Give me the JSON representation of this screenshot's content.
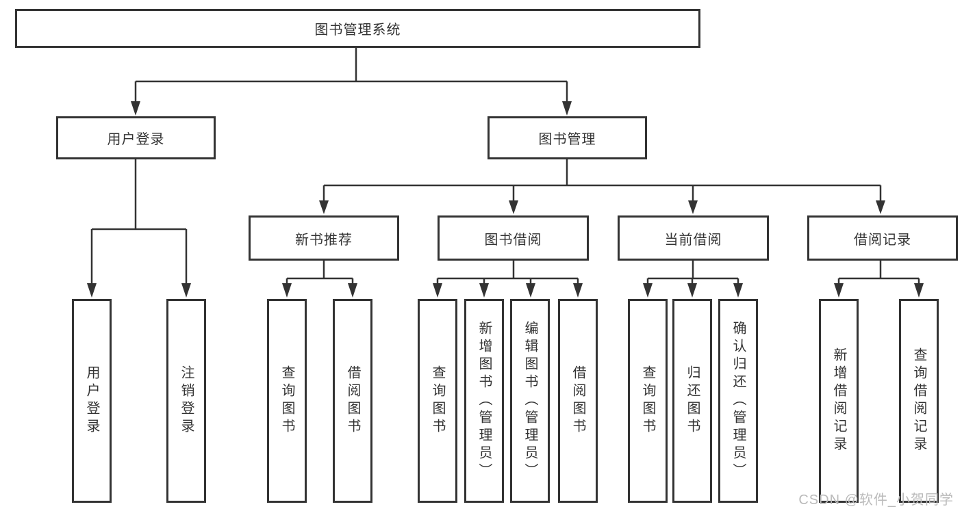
{
  "colors": {
    "line": "#333333",
    "box_border": "#333333",
    "text": "#333333",
    "watermark": "#bababa",
    "background": "#ffffff"
  },
  "watermark": {
    "text": "CSDN @软件_小贺同学"
  },
  "diagram": {
    "type": "hierarchy",
    "title": "图书管理系统",
    "branches": [
      {
        "label": "用户登录",
        "children": [
          {
            "label": "用户登录"
          },
          {
            "label": "注销登录"
          }
        ]
      },
      {
        "label": "图书管理",
        "children": [
          {
            "label": "新书推荐",
            "children": [
              {
                "label": "查询图书"
              },
              {
                "label": "借阅图书"
              }
            ]
          },
          {
            "label": "图书借阅",
            "children": [
              {
                "label": "查询图书"
              },
              {
                "label": "新增图书（管理员）"
              },
              {
                "label": "编辑图书（管理员）"
              },
              {
                "label": "借阅图书"
              }
            ]
          },
          {
            "label": "当前借阅",
            "children": [
              {
                "label": "查询图书"
              },
              {
                "label": "归还图书"
              },
              {
                "label": "确认归还（管理员）"
              }
            ]
          },
          {
            "label": "借阅记录",
            "children": [
              {
                "label": "新增借阅记录"
              },
              {
                "label": "查询借阅记录"
              }
            ]
          }
        ]
      }
    ]
  }
}
